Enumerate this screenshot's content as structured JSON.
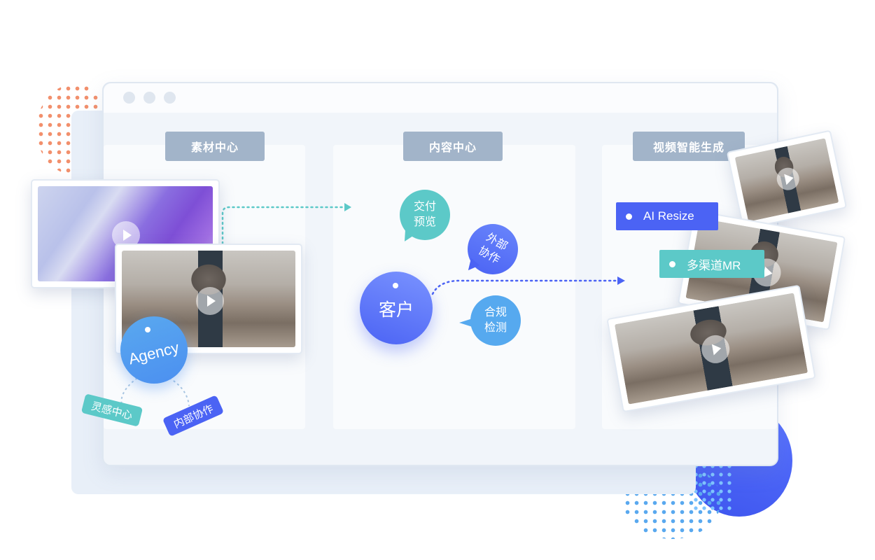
{
  "columns": [
    {
      "label": "素材中心"
    },
    {
      "label": "内容中心"
    },
    {
      "label": "视频智能生成"
    }
  ],
  "agency": {
    "label": "Agency",
    "tags": [
      "灵感中心",
      "内部协作"
    ]
  },
  "content_center": {
    "client_label": "客户",
    "bubbles": [
      "交付预览",
      "外部协作",
      "合规检测"
    ]
  },
  "video_gen": {
    "actions": [
      {
        "label": "AI Resize",
        "color": "#4b63f4"
      },
      {
        "label": "多渠道MR",
        "color": "#5cc9c8"
      }
    ]
  },
  "colors": {
    "teal": "#5cc9c8",
    "blue": "#4b63f4",
    "sky": "#56a9ef",
    "header_gray": "#a2b4c9",
    "orange_dots": "#f2906d"
  }
}
